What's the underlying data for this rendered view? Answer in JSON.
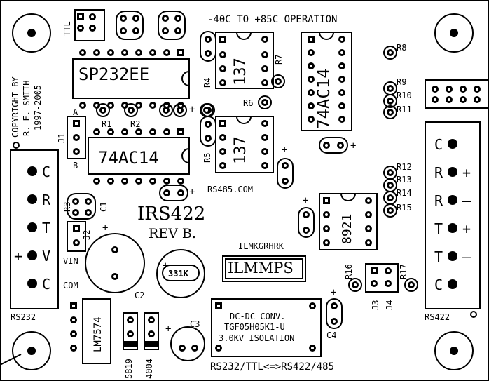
{
  "title": "IRS422",
  "revision": "REV B.",
  "header_note": "-40C TO +85C OPERATION",
  "footer_note": "RS232/TTL<=>RS422/485",
  "copyright": [
    "COPYRIGHT BY",
    "R. E. SMITH",
    "1997-2005"
  ],
  "logo_small": "ILMKGRHRK",
  "logo_box": "ILMMPS",
  "rs485_com": "RS485.COM",
  "connectors": {
    "rs232_label": "RS232",
    "rs232_pins": [
      "C",
      "R",
      "T",
      "V",
      "C"
    ],
    "rs232_plus": "+",
    "rs422_label": "RS422",
    "rs422_pins": [
      "C",
      "R",
      "R",
      "T",
      "T",
      "C"
    ],
    "rs422_signs": [
      "",
      "+",
      "–",
      "+",
      "–",
      ""
    ]
  },
  "chips": {
    "sp232": "SP232EE",
    "u74a": "74AC14",
    "u74b": "74AC14",
    "opto1": "137",
    "opto2": "137",
    "u8921": "8921",
    "lm": "LM7574",
    "pot": "331K"
  },
  "dcdc": [
    "DC-DC CONV.",
    "TGF05H05K1-U",
    "3.0KV ISOLATION"
  ],
  "labels": {
    "ttl": "TTL",
    "r1": "R1",
    "r2": "R2",
    "r3": "R3",
    "r4": "R4",
    "r5": "R5",
    "r6": "R6",
    "r7": "R7",
    "r8": "R8",
    "r9": "R9",
    "r10": "R10",
    "r11": "R11",
    "r12": "R12",
    "r13": "R13",
    "r14": "R14",
    "r15": "R15",
    "r16": "R16",
    "r17": "R17",
    "c1": "C1",
    "c2": "C2",
    "c3": "C3",
    "c4": "C4",
    "j1": "J1",
    "j2": "J2",
    "j3": "J3",
    "j4": "J4",
    "a": "A",
    "b": "B",
    "vin": "VIN",
    "com": "COM",
    "d1": "5819",
    "d2": "4004",
    "plus": "+"
  }
}
